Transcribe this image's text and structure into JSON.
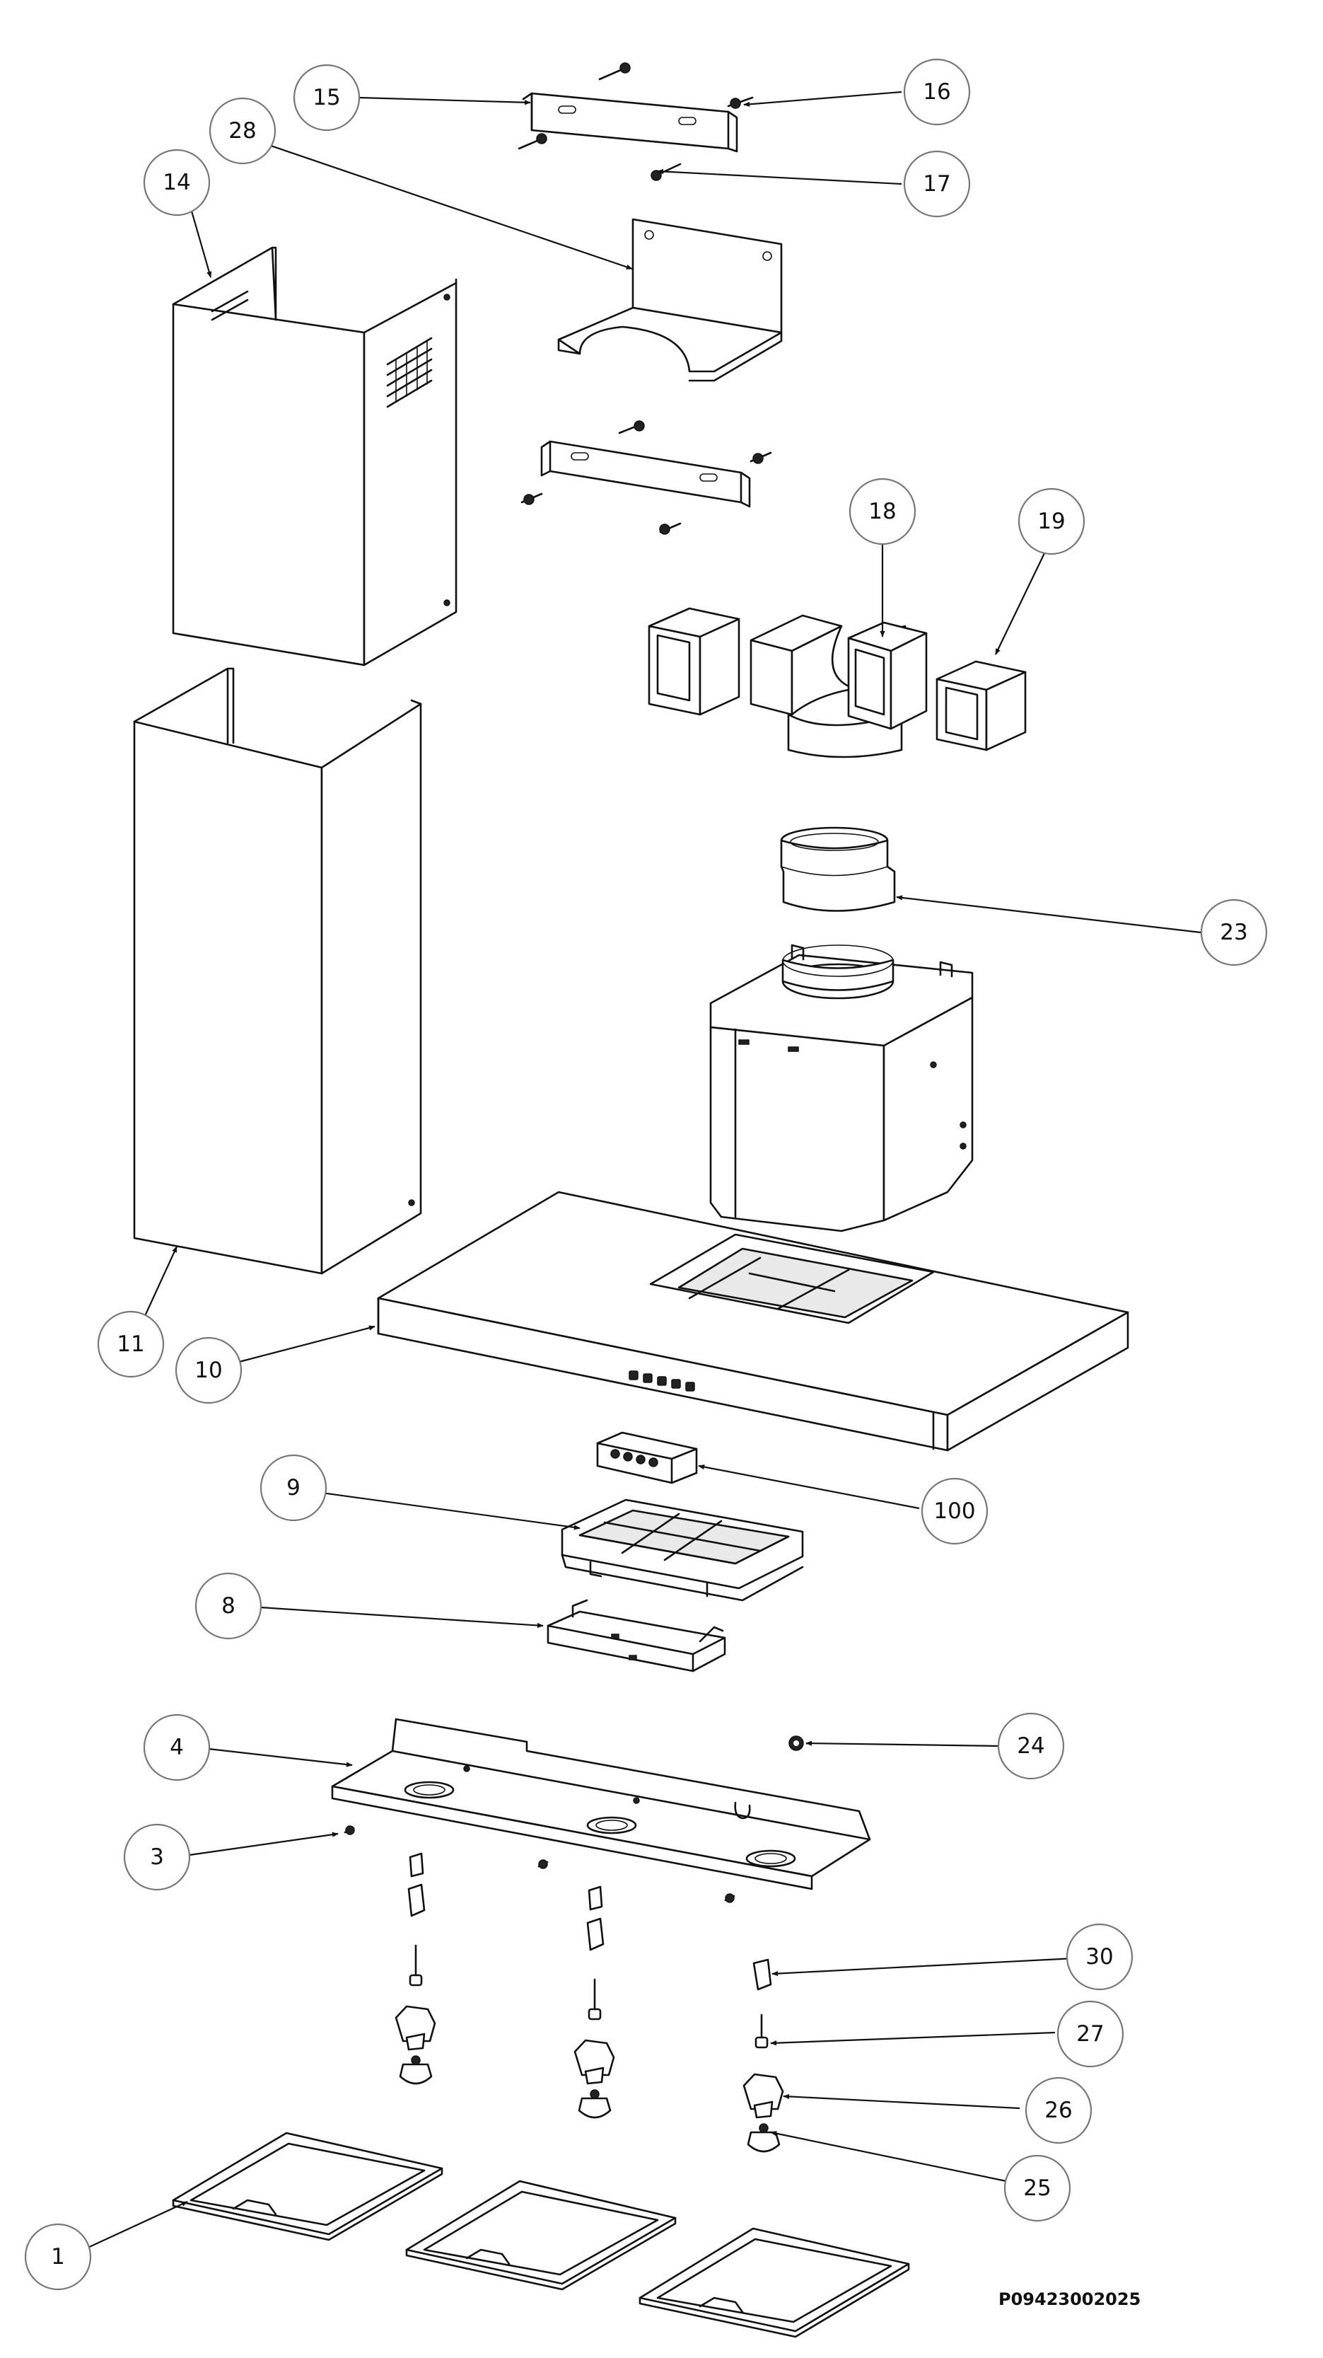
{
  "diagram": {
    "drawing_code": "P09423002025",
    "callouts": [
      {
        "label": "15"
      },
      {
        "label": "16"
      },
      {
        "label": "28"
      },
      {
        "label": "17"
      },
      {
        "label": "14"
      },
      {
        "label": "18"
      },
      {
        "label": "19"
      },
      {
        "label": "23"
      },
      {
        "label": "11"
      },
      {
        "label": "10"
      },
      {
        "label": "9"
      },
      {
        "label": "100"
      },
      {
        "label": "8"
      },
      {
        "label": "4"
      },
      {
        "label": "24"
      },
      {
        "label": "3"
      },
      {
        "label": "30"
      },
      {
        "label": "27"
      },
      {
        "label": "26"
      },
      {
        "label": "25"
      },
      {
        "label": "1"
      }
    ]
  }
}
